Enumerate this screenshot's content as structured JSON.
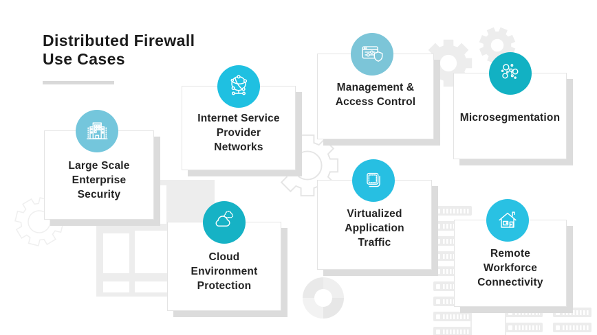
{
  "title": {
    "text": "Distributed Firewall\nUse Cases"
  },
  "cards": [
    {
      "label": "Large Scale\nEnterprise\nSecurity",
      "icon": "enterprise-building-icon",
      "color": "#74c6dc"
    },
    {
      "label": "Internet Service\nProvider\nNetworks",
      "icon": "isp-network-globe-icon",
      "color": "#1fc0e1"
    },
    {
      "label": "Management &\nAccess Control",
      "icon": "management-sliders-shield-icon",
      "color": "#7cc5d8"
    },
    {
      "label": "Microsegmentation",
      "icon": "microsegmentation-nodes-icon",
      "color": "#12b1c3"
    },
    {
      "label": "Cloud\nEnvironment\nProtection",
      "icon": "cloud-icon",
      "color": "#16b2c5"
    },
    {
      "label": "Virtualized\nApplication\nTraffic",
      "icon": "virtualized-layers-icon",
      "color": "#27bfe2"
    },
    {
      "label": "Remote\nWorkforce\nConnectivity",
      "icon": "remote-home-icon",
      "color": "#29c1e3"
    }
  ]
}
